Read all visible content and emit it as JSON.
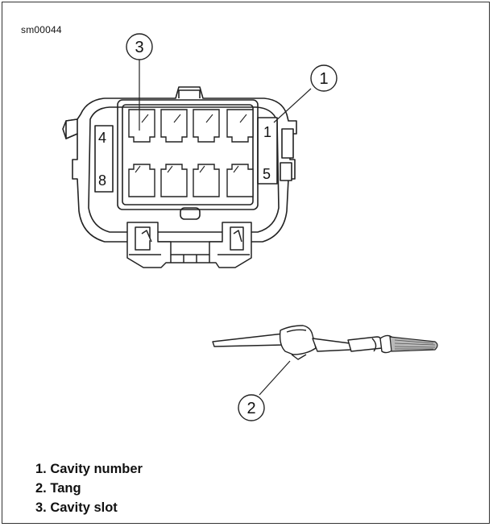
{
  "figure_id": "sm00044",
  "callouts": [
    {
      "number": "1",
      "label": "Cavity number"
    },
    {
      "number": "2",
      "label": "Tang"
    },
    {
      "number": "3",
      "label": "Cavity slot"
    }
  ],
  "cavity_numbers": {
    "top_left": "4",
    "bottom_left": "8",
    "top_right": "1",
    "bottom_right": "5"
  },
  "legend": [
    "1. Cavity number",
    "2. Tang",
    "3. Cavity slot"
  ]
}
